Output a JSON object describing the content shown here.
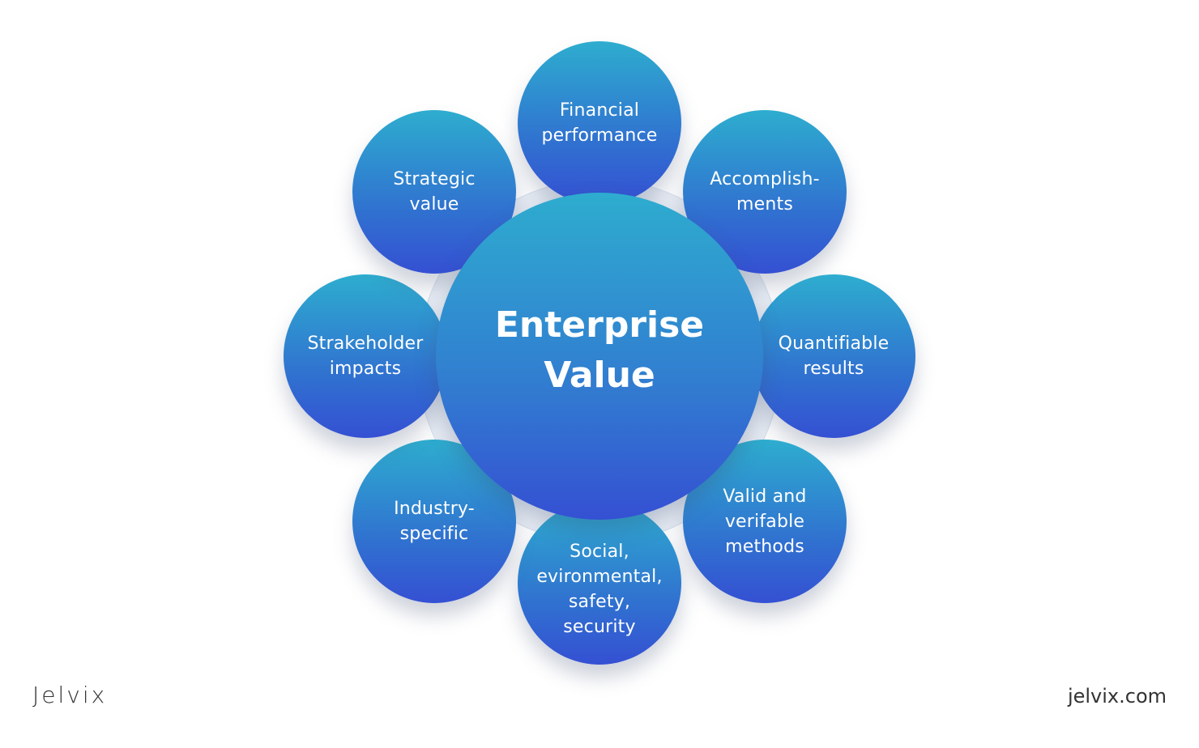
{
  "diagram": {
    "center_label": "Enterprise\nValue",
    "nodes": [
      "Financial\nperformance",
      "Accomplish-\nments",
      "Quantifiable\nresults",
      "Valid and\nverifable\nmethods",
      "Social,\nevironmental,\nsafety,\nsecurity",
      "Industry-\nspecific",
      "Strakeholder\nimpacts",
      "Strategic\nvalue"
    ]
  },
  "footer": {
    "logo": "Jelvix",
    "url": "jelvix.com"
  },
  "colors": {
    "gradient_top": "#2eadcf",
    "gradient_bottom": "#3550d3",
    "text": "#ffffff",
    "footer_text": "#333333"
  }
}
